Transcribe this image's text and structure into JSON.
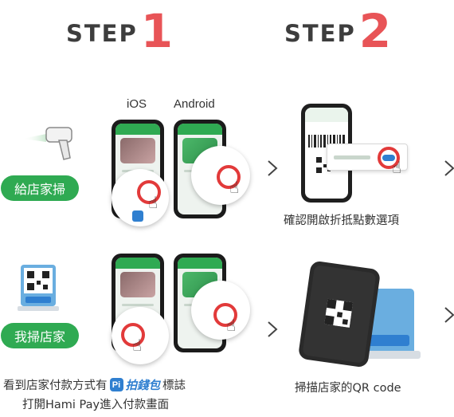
{
  "steps": {
    "step1": {
      "word": "STEP",
      "number": "1"
    },
    "step2": {
      "word": "STEP",
      "number": "2"
    }
  },
  "os_labels": {
    "ios": "iOS",
    "android": "Android"
  },
  "methods": {
    "merchant_scan": {
      "label": "給店家掃"
    },
    "scan_merchant": {
      "label": "我掃店家"
    }
  },
  "captions": {
    "confirm_points": "確認開啟折抵點數選項",
    "scan_qr": "掃描店家的QR code",
    "pi_line1_prefix": "看到店家付款方式有",
    "pi_badge": "Pi",
    "pi_wallet": "拍錢包",
    "pi_line1_suffix": "標誌",
    "pi_line2": "打開Hami Pay進入付款畫面"
  },
  "colors": {
    "accent_red": "#e85457",
    "pill_green": "#2faa52",
    "pi_blue": "#2f7fd0",
    "heading_dark": "#3d3d3d"
  },
  "icons": [
    "barcode-scanner-icon",
    "pi-wallet-stand-icon",
    "chevron-right-icon",
    "hand-tap-icon",
    "toggle-icon"
  ]
}
